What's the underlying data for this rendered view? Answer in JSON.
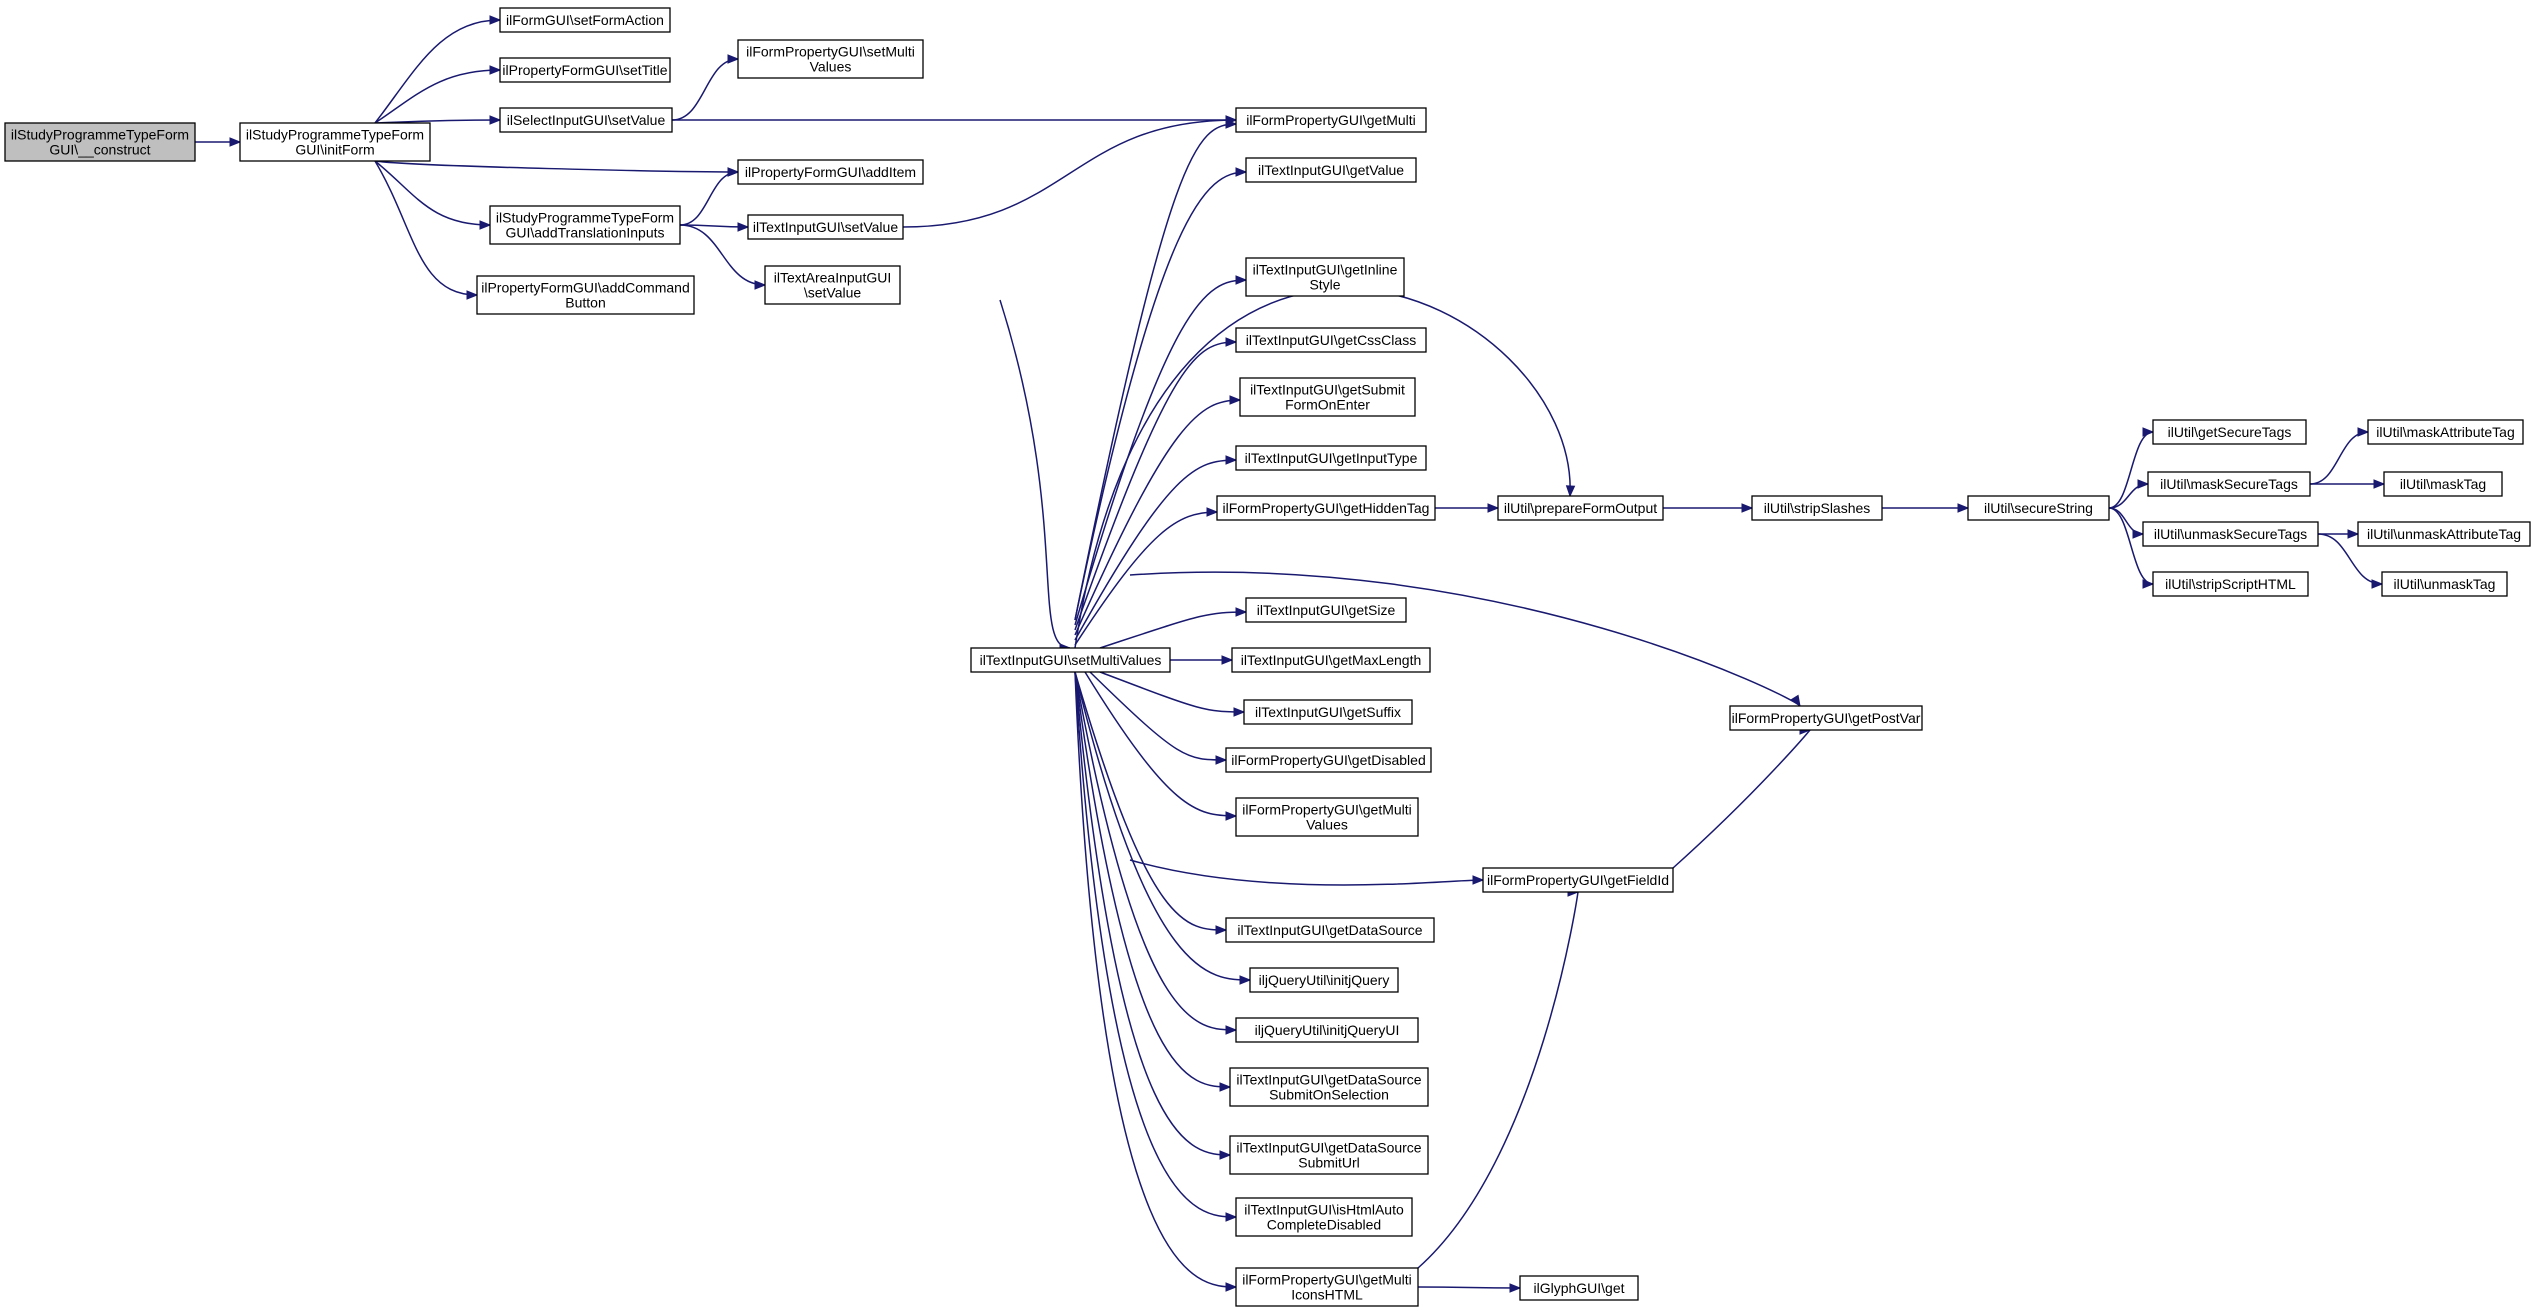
{
  "nodes": [
    {
      "id": "construct",
      "lines": [
        "ilStudyProgrammeTypeForm",
        "GUI\\__construct"
      ],
      "root": true
    },
    {
      "id": "initForm",
      "lines": [
        "ilStudyProgrammeTypeForm",
        "GUI\\initForm"
      ]
    },
    {
      "id": "setFormAction",
      "lines": [
        "ilFormGUI\\setFormAction"
      ]
    },
    {
      "id": "setTitle",
      "lines": [
        "ilPropertyFormGUI\\setTitle"
      ]
    },
    {
      "id": "selSetValue",
      "lines": [
        "ilSelectInputGUI\\setValue"
      ]
    },
    {
      "id": "addTranslationInputs",
      "lines": [
        "ilStudyProgrammeTypeForm",
        "GUI\\addTranslationInputs"
      ]
    },
    {
      "id": "addCommandButton",
      "lines": [
        "ilPropertyFormGUI\\addCommand",
        "Button"
      ]
    },
    {
      "id": "setMultiValuesTop",
      "lines": [
        "ilFormPropertyGUI\\setMulti",
        "Values"
      ]
    },
    {
      "id": "addItem",
      "lines": [
        "ilPropertyFormGUI\\addItem"
      ]
    },
    {
      "id": "txtSetValue",
      "lines": [
        "ilTextInputGUI\\setValue"
      ]
    },
    {
      "id": "taSetValue",
      "lines": [
        "ilTextAreaInputGUI",
        "\\setValue"
      ]
    },
    {
      "id": "getMulti",
      "lines": [
        "ilFormPropertyGUI\\getMulti"
      ]
    },
    {
      "id": "getValue",
      "lines": [
        "ilTextInputGUI\\getValue"
      ]
    },
    {
      "id": "getInlineStyle",
      "lines": [
        "ilTextInputGUI\\getInline",
        "Style"
      ]
    },
    {
      "id": "getCssClass",
      "lines": [
        "ilTextInputGUI\\getCssClass"
      ]
    },
    {
      "id": "getSubmitFormOnEnter",
      "lines": [
        "ilTextInputGUI\\getSubmit",
        "FormOnEnter"
      ]
    },
    {
      "id": "getInputType",
      "lines": [
        "ilTextInputGUI\\getInputType"
      ]
    },
    {
      "id": "getHiddenTag",
      "lines": [
        "ilFormPropertyGUI\\getHiddenTag"
      ]
    },
    {
      "id": "setMultiValues",
      "lines": [
        "ilTextInputGUI\\setMultiValues"
      ]
    },
    {
      "id": "getSize",
      "lines": [
        "ilTextInputGUI\\getSize"
      ]
    },
    {
      "id": "getMaxLength",
      "lines": [
        "ilTextInputGUI\\getMaxLength"
      ]
    },
    {
      "id": "getSuffix",
      "lines": [
        "ilTextInputGUI\\getSuffix"
      ]
    },
    {
      "id": "getDisabled",
      "lines": [
        "ilFormPropertyGUI\\getDisabled"
      ]
    },
    {
      "id": "getMultiValues",
      "lines": [
        "ilFormPropertyGUI\\getMulti",
        "Values"
      ]
    },
    {
      "id": "getDataSource",
      "lines": [
        "ilTextInputGUI\\getDataSource"
      ]
    },
    {
      "id": "initjQuery",
      "lines": [
        "iljQueryUtil\\initjQuery"
      ]
    },
    {
      "id": "initjQueryUI",
      "lines": [
        "iljQueryUtil\\initjQueryUI"
      ]
    },
    {
      "id": "getDataSourceSubmitOnSelection",
      "lines": [
        "ilTextInputGUI\\getDataSource",
        "SubmitOnSelection"
      ]
    },
    {
      "id": "getDataSourceSubmitUrl",
      "lines": [
        "ilTextInputGUI\\getDataSource",
        "SubmitUrl"
      ]
    },
    {
      "id": "isHtmlAutoCompleteDisabled",
      "lines": [
        "ilTextInputGUI\\isHtmlAuto",
        "CompleteDisabled"
      ]
    },
    {
      "id": "getMultiIconsHTML",
      "lines": [
        "ilFormPropertyGUI\\getMulti",
        "IconsHTML"
      ]
    },
    {
      "id": "prepareFormOutput",
      "lines": [
        "ilUtil\\prepareFormOutput"
      ]
    },
    {
      "id": "getFieldId",
      "lines": [
        "ilFormPropertyGUI\\getFieldId"
      ]
    },
    {
      "id": "glyphGet",
      "lines": [
        "ilGlyphGUI\\get"
      ]
    },
    {
      "id": "stripSlashes",
      "lines": [
        "ilUtil\\stripSlashes"
      ]
    },
    {
      "id": "getPostVar",
      "lines": [
        "ilFormPropertyGUI\\getPostVar"
      ]
    },
    {
      "id": "secureString",
      "lines": [
        "ilUtil\\secureString"
      ]
    },
    {
      "id": "getSecureTags",
      "lines": [
        "ilUtil\\getSecureTags"
      ]
    },
    {
      "id": "maskSecureTags",
      "lines": [
        "ilUtil\\maskSecureTags"
      ]
    },
    {
      "id": "unmaskSecureTags",
      "lines": [
        "ilUtil\\unmaskSecureTags"
      ]
    },
    {
      "id": "stripScriptHTML",
      "lines": [
        "ilUtil\\stripScriptHTML"
      ]
    },
    {
      "id": "maskAttributeTag",
      "lines": [
        "ilUtil\\maskAttributeTag"
      ]
    },
    {
      "id": "maskTag",
      "lines": [
        "ilUtil\\maskTag"
      ]
    },
    {
      "id": "unmaskAttributeTag",
      "lines": [
        "ilUtil\\unmaskAttributeTag"
      ]
    },
    {
      "id": "unmaskTag",
      "lines": [
        "ilUtil\\unmaskTag"
      ]
    }
  ],
  "edges": [
    [
      "construct",
      "initForm"
    ],
    [
      "initForm",
      "setFormAction"
    ],
    [
      "initForm",
      "setTitle"
    ],
    [
      "initForm",
      "selSetValue"
    ],
    [
      "initForm",
      "addItem"
    ],
    [
      "initForm",
      "addTranslationInputs"
    ],
    [
      "initForm",
      "addCommandButton"
    ],
    [
      "selSetValue",
      "setMultiValuesTop"
    ],
    [
      "selSetValue",
      "getMulti"
    ],
    [
      "addTranslationInputs",
      "addItem"
    ],
    [
      "addTranslationInputs",
      "txtSetValue"
    ],
    [
      "addTranslationInputs",
      "taSetValue"
    ],
    [
      "txtSetValue",
      "getMulti"
    ],
    [
      "txtSetValue",
      "setMultiValues"
    ],
    [
      "setMultiValues",
      "getMulti"
    ],
    [
      "setMultiValues",
      "getValue"
    ],
    [
      "setMultiValues",
      "prepareFormOutput"
    ],
    [
      "setMultiValues",
      "getInlineStyle"
    ],
    [
      "setMultiValues",
      "getCssClass"
    ],
    [
      "setMultiValues",
      "getSubmitFormOnEnter"
    ],
    [
      "setMultiValues",
      "getInputType"
    ],
    [
      "setMultiValues",
      "getHiddenTag"
    ],
    [
      "setMultiValues",
      "getPostVar"
    ],
    [
      "setMultiValues",
      "getSize"
    ],
    [
      "setMultiValues",
      "getMaxLength"
    ],
    [
      "setMultiValues",
      "getSuffix"
    ],
    [
      "setMultiValues",
      "getDisabled"
    ],
    [
      "setMultiValues",
      "getMultiValues"
    ],
    [
      "setMultiValues",
      "getFieldId"
    ],
    [
      "setMultiValues",
      "getDataSource"
    ],
    [
      "setMultiValues",
      "initjQuery"
    ],
    [
      "setMultiValues",
      "initjQueryUI"
    ],
    [
      "setMultiValues",
      "getDataSourceSubmitOnSelection"
    ],
    [
      "setMultiValues",
      "getDataSourceSubmitUrl"
    ],
    [
      "setMultiValues",
      "isHtmlAutoCompleteDisabled"
    ],
    [
      "setMultiValues",
      "getMultiIconsHTML"
    ],
    [
      "getHiddenTag",
      "prepareFormOutput"
    ],
    [
      "getMultiIconsHTML",
      "getFieldId"
    ],
    [
      "getMultiIconsHTML",
      "glyphGet"
    ],
    [
      "getFieldId",
      "getPostVar"
    ],
    [
      "prepareFormOutput",
      "stripSlashes"
    ],
    [
      "stripSlashes",
      "secureString"
    ],
    [
      "secureString",
      "getSecureTags"
    ],
    [
      "secureString",
      "maskSecureTags"
    ],
    [
      "secureString",
      "unmaskSecureTags"
    ],
    [
      "secureString",
      "stripScriptHTML"
    ],
    [
      "maskSecureTags",
      "maskAttributeTag"
    ],
    [
      "maskSecureTags",
      "maskTag"
    ],
    [
      "unmaskSecureTags",
      "unmaskAttributeTag"
    ],
    [
      "unmaskSecureTags",
      "unmaskTag"
    ]
  ]
}
